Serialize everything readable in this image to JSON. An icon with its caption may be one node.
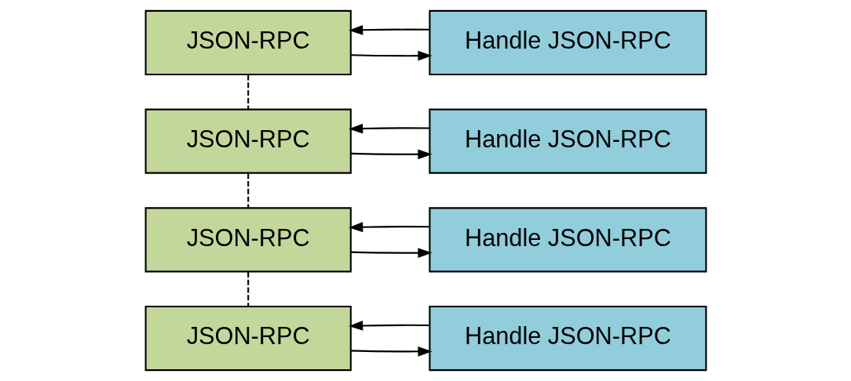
{
  "diagram": {
    "nodes": [
      {
        "text": [
          "JSON-RPC"
        ]
      },
      {
        "text": [
          "Handle JSON-RPC"
        ]
      },
      {
        "text": [
          "JSON-RPC"
        ]
      },
      {
        "text": [
          "Handle JSON-RPC"
        ]
      },
      {
        "text": [
          "JSON-RPC"
        ]
      },
      {
        "text": [
          "Handle JSON-RPC"
        ]
      },
      {
        "text": [
          "JSON-RPC"
        ]
      },
      {
        "text": [
          "Handle JSON-RPC"
        ]
      }
    ],
    "edges": [
      {
        "from": 0,
        "to": 1,
        "arrow": "to"
      },
      {
        "from": 1,
        "to": 0,
        "arrow": "to"
      },
      {
        "from": 0,
        "to": 2,
        "arrow": "none",
        "style": "dashed"
      },
      {
        "from": 2,
        "to": 3,
        "arrow": "to"
      },
      {
        "from": 3,
        "to": 2,
        "arrow": "to"
      },
      {
        "from": 2,
        "to": 4,
        "arrow": "none",
        "style": "dashed"
      },
      {
        "from": 4,
        "to": 5,
        "arrow": "to"
      },
      {
        "from": 5,
        "to": 4,
        "arrow": "to"
      },
      {
        "from": 4,
        "to": 6,
        "arrow": "none",
        "style": "dashed"
      },
      {
        "from": 6,
        "to": 7,
        "arrow": "to"
      },
      {
        "from": 7,
        "to": 6,
        "arrow": "to"
      }
    ]
  }
}
